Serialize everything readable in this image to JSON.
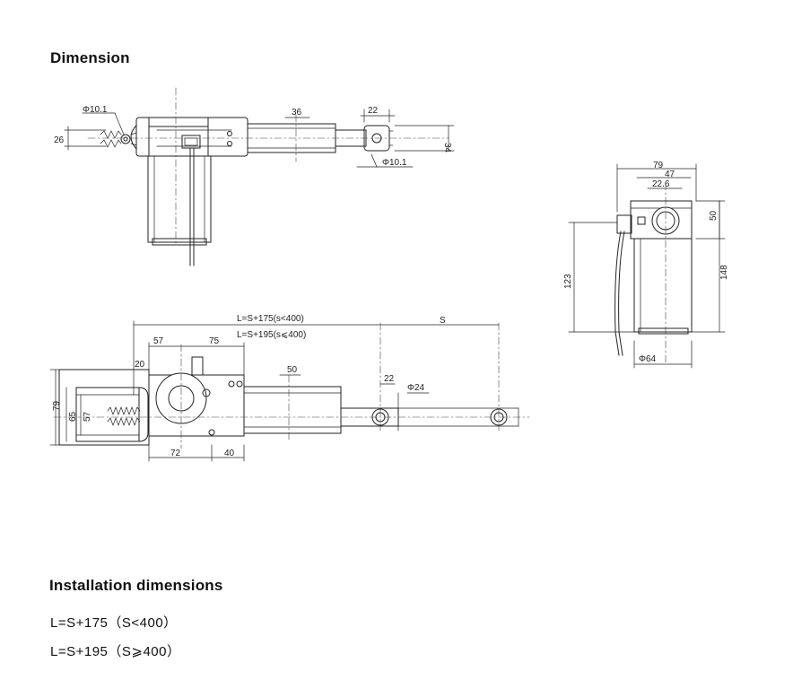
{
  "headings": {
    "dimension": "Dimension",
    "installation": "Installation dimensions"
  },
  "formulas": {
    "line1": "L=S+175（S<400）",
    "line2": "L=S+195（S⩾400）"
  },
  "top_view_labels": {
    "phi_left": "Φ10.1",
    "height_26": "26",
    "width_36": "36",
    "width_22": "22",
    "height_34": "34",
    "phi_right": "Φ10.1"
  },
  "end_view_labels": {
    "w79": "79",
    "w47": "47",
    "w22_6": "22.6",
    "h50": "50",
    "h123": "123",
    "h148": "148",
    "phi64": "Φ64"
  },
  "side_view_labels": {
    "length_1": "L=S+175(s<400)",
    "length_2": "L=S+195(s⩽400)",
    "stroke": "S",
    "w57": "57",
    "w75": "75",
    "w20": "20",
    "w50": "50",
    "w22": "22",
    "phi24": "Φ24",
    "h79": "79",
    "h65": "65",
    "h57": "57",
    "w72": "72",
    "w40": "40"
  }
}
